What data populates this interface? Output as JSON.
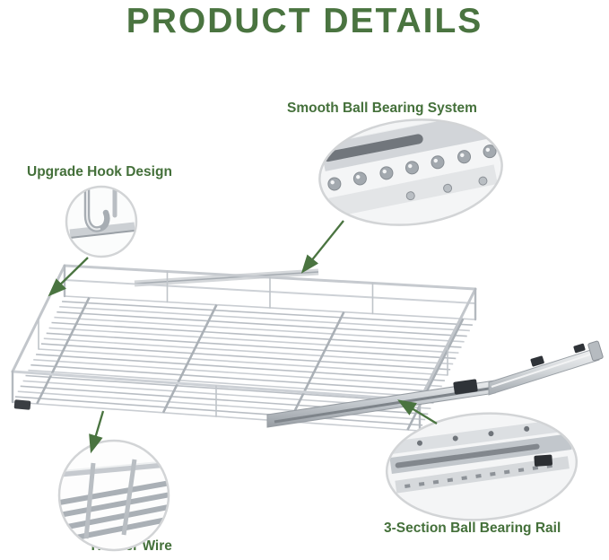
{
  "title": "PRODUCT DETAILS",
  "callouts": {
    "ball_bearing": "Smooth Ball Bearing System",
    "hook": "Upgrade Hook Design",
    "thicker_wire": "Thicker Wire",
    "rail": "3-Section Ball Bearing Rail"
  },
  "colors": {
    "accent_green": "#4a7440",
    "chrome_light": "#e8eaec",
    "chrome_mid": "#b9bec4",
    "chrome_dark": "#8d939a",
    "detail_circle_border": "#d2d4d6",
    "bracket_black": "#2f3338",
    "background": "#ffffff"
  },
  "icons": {
    "arrow_style": "green-pointer-arrow",
    "detail_views": [
      "ball-bearing-closeup",
      "hook-closeup",
      "thick-wire-closeup",
      "rail-sections-closeup"
    ]
  }
}
